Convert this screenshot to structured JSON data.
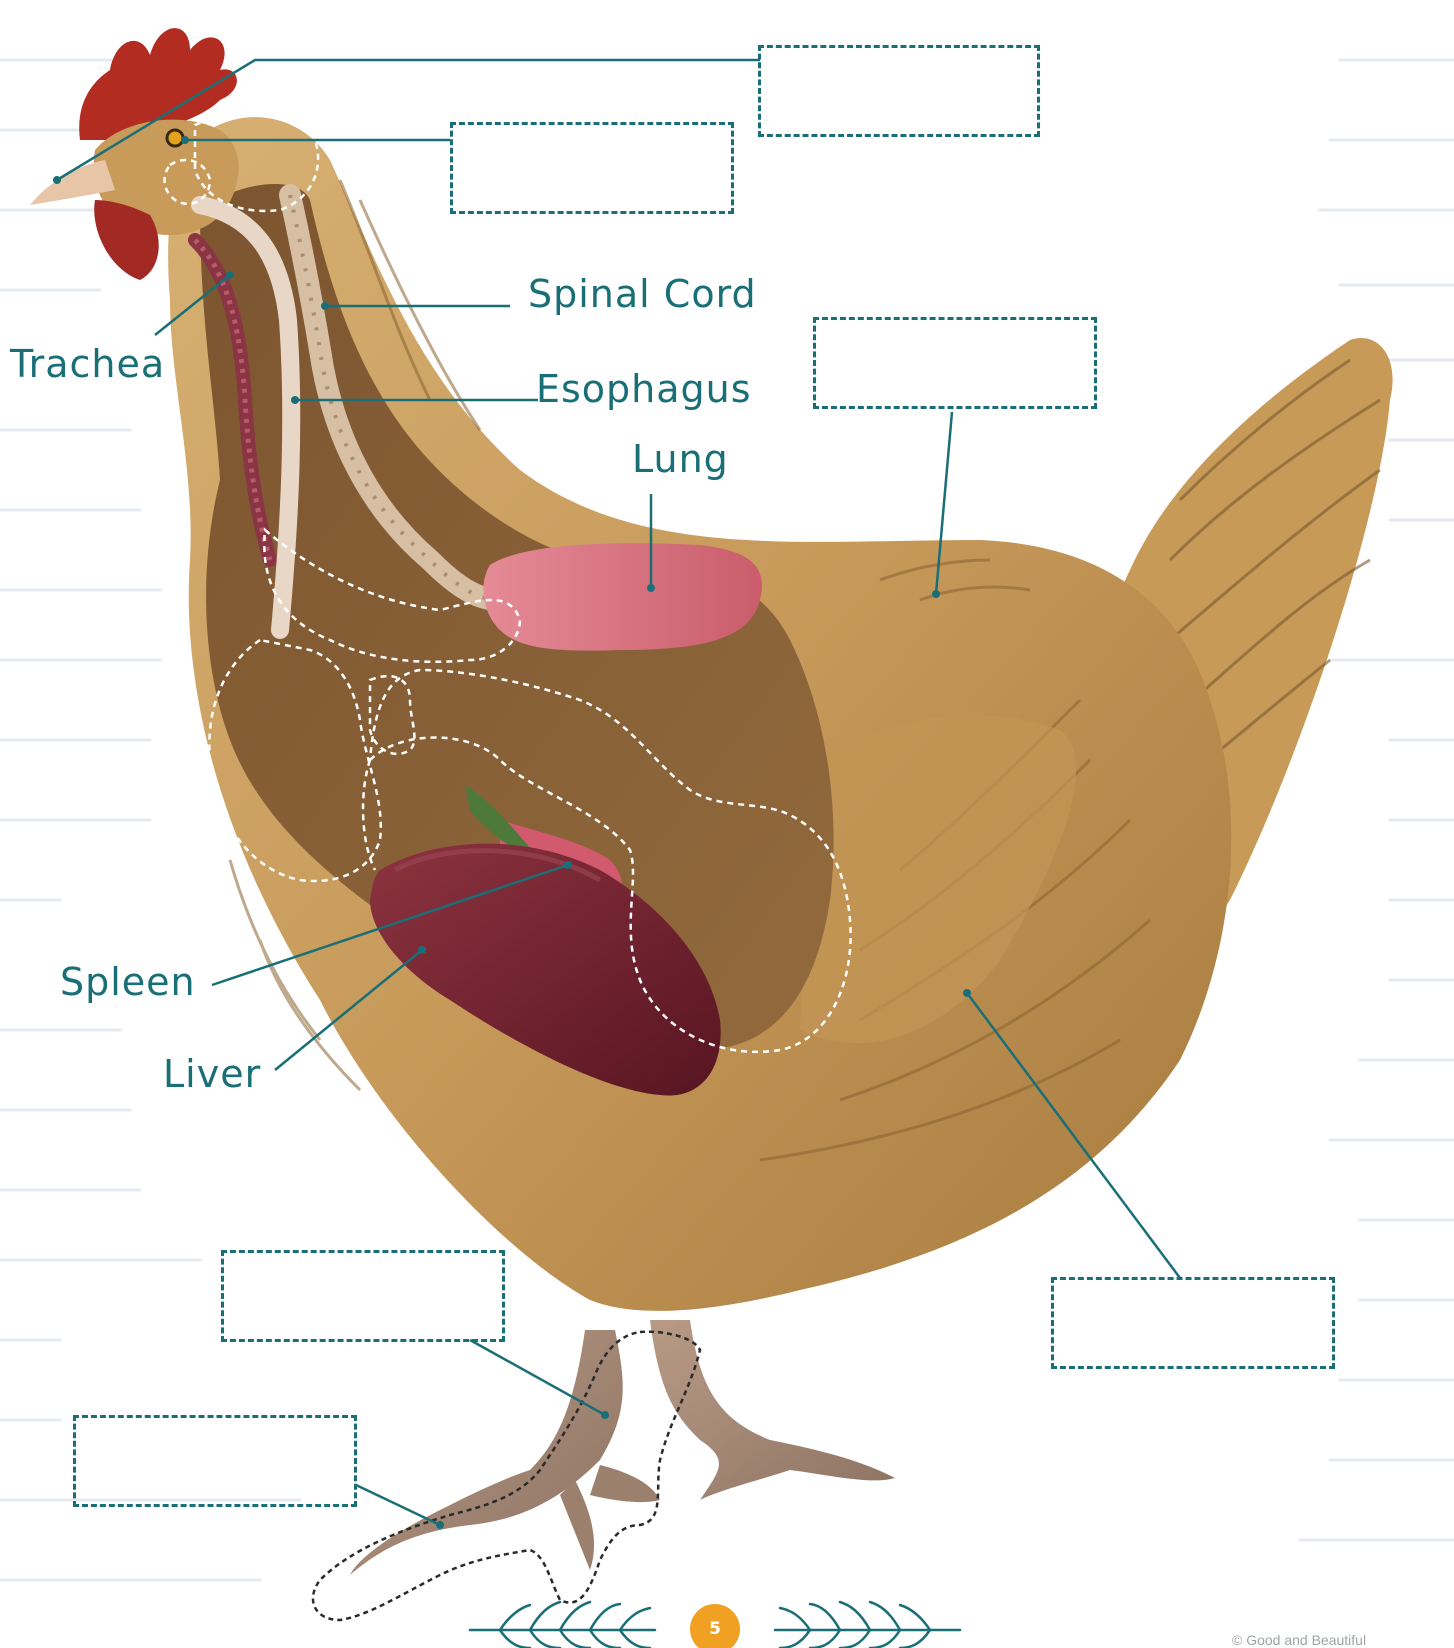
{
  "diagram": {
    "subject": "chicken-anatomy",
    "labels": {
      "spinal_cord": "Spinal Cord",
      "trachea": "Trachea",
      "esophagus": "Esophagus",
      "lung": "Lung",
      "spleen": "Spleen",
      "liver": "Liver"
    },
    "answer_boxes": [
      {
        "id": "blank-comb",
        "value": ""
      },
      {
        "id": "blank-brain",
        "value": ""
      },
      {
        "id": "blank-feathers",
        "value": ""
      },
      {
        "id": "blank-wing",
        "value": ""
      },
      {
        "id": "blank-leg",
        "value": ""
      },
      {
        "id": "blank-foot",
        "value": ""
      }
    ]
  },
  "footer": {
    "page_number": "5",
    "copyright": "© Good and Beautiful"
  },
  "colors": {
    "accent": "#1a6f77",
    "page_number_badge": "#f0a022",
    "body": "#c9a063",
    "cavity": "#8a6336",
    "liver": "#6e1f2a",
    "lung": "#d67380",
    "comb": "#b32c22"
  }
}
